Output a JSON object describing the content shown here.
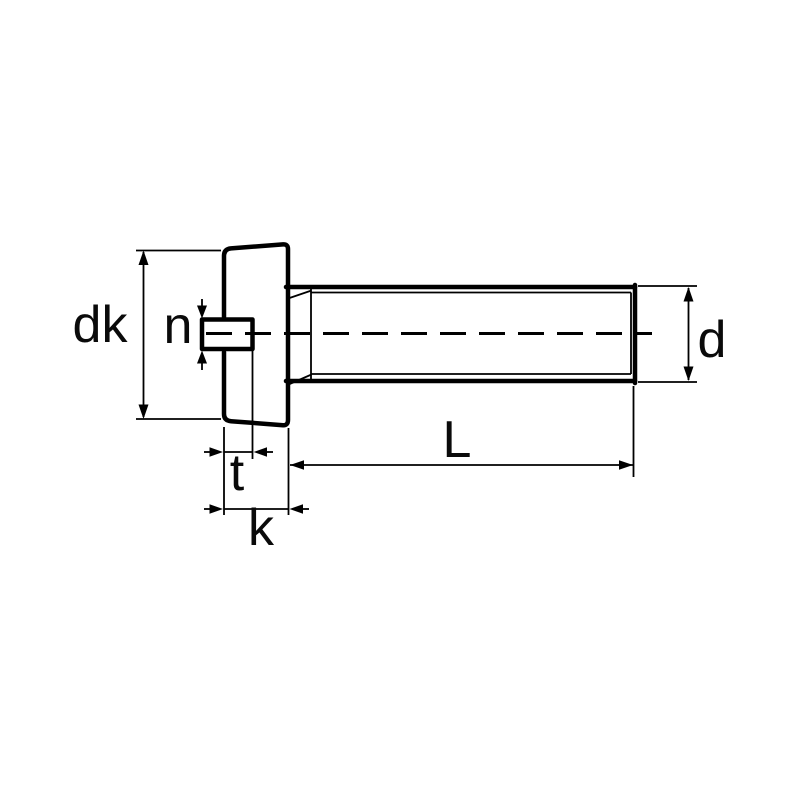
{
  "drawing": {
    "depicts": "dimensioned side view of a slotted cheese head machine screw",
    "background_color": "#ffffff",
    "line_color": "#000000",
    "labels": {
      "head_diameter": "dk",
      "slot_width": "n",
      "slot_depth": "t",
      "head_height": "k",
      "shank_length": "L",
      "thread_diameter": "d"
    }
  }
}
